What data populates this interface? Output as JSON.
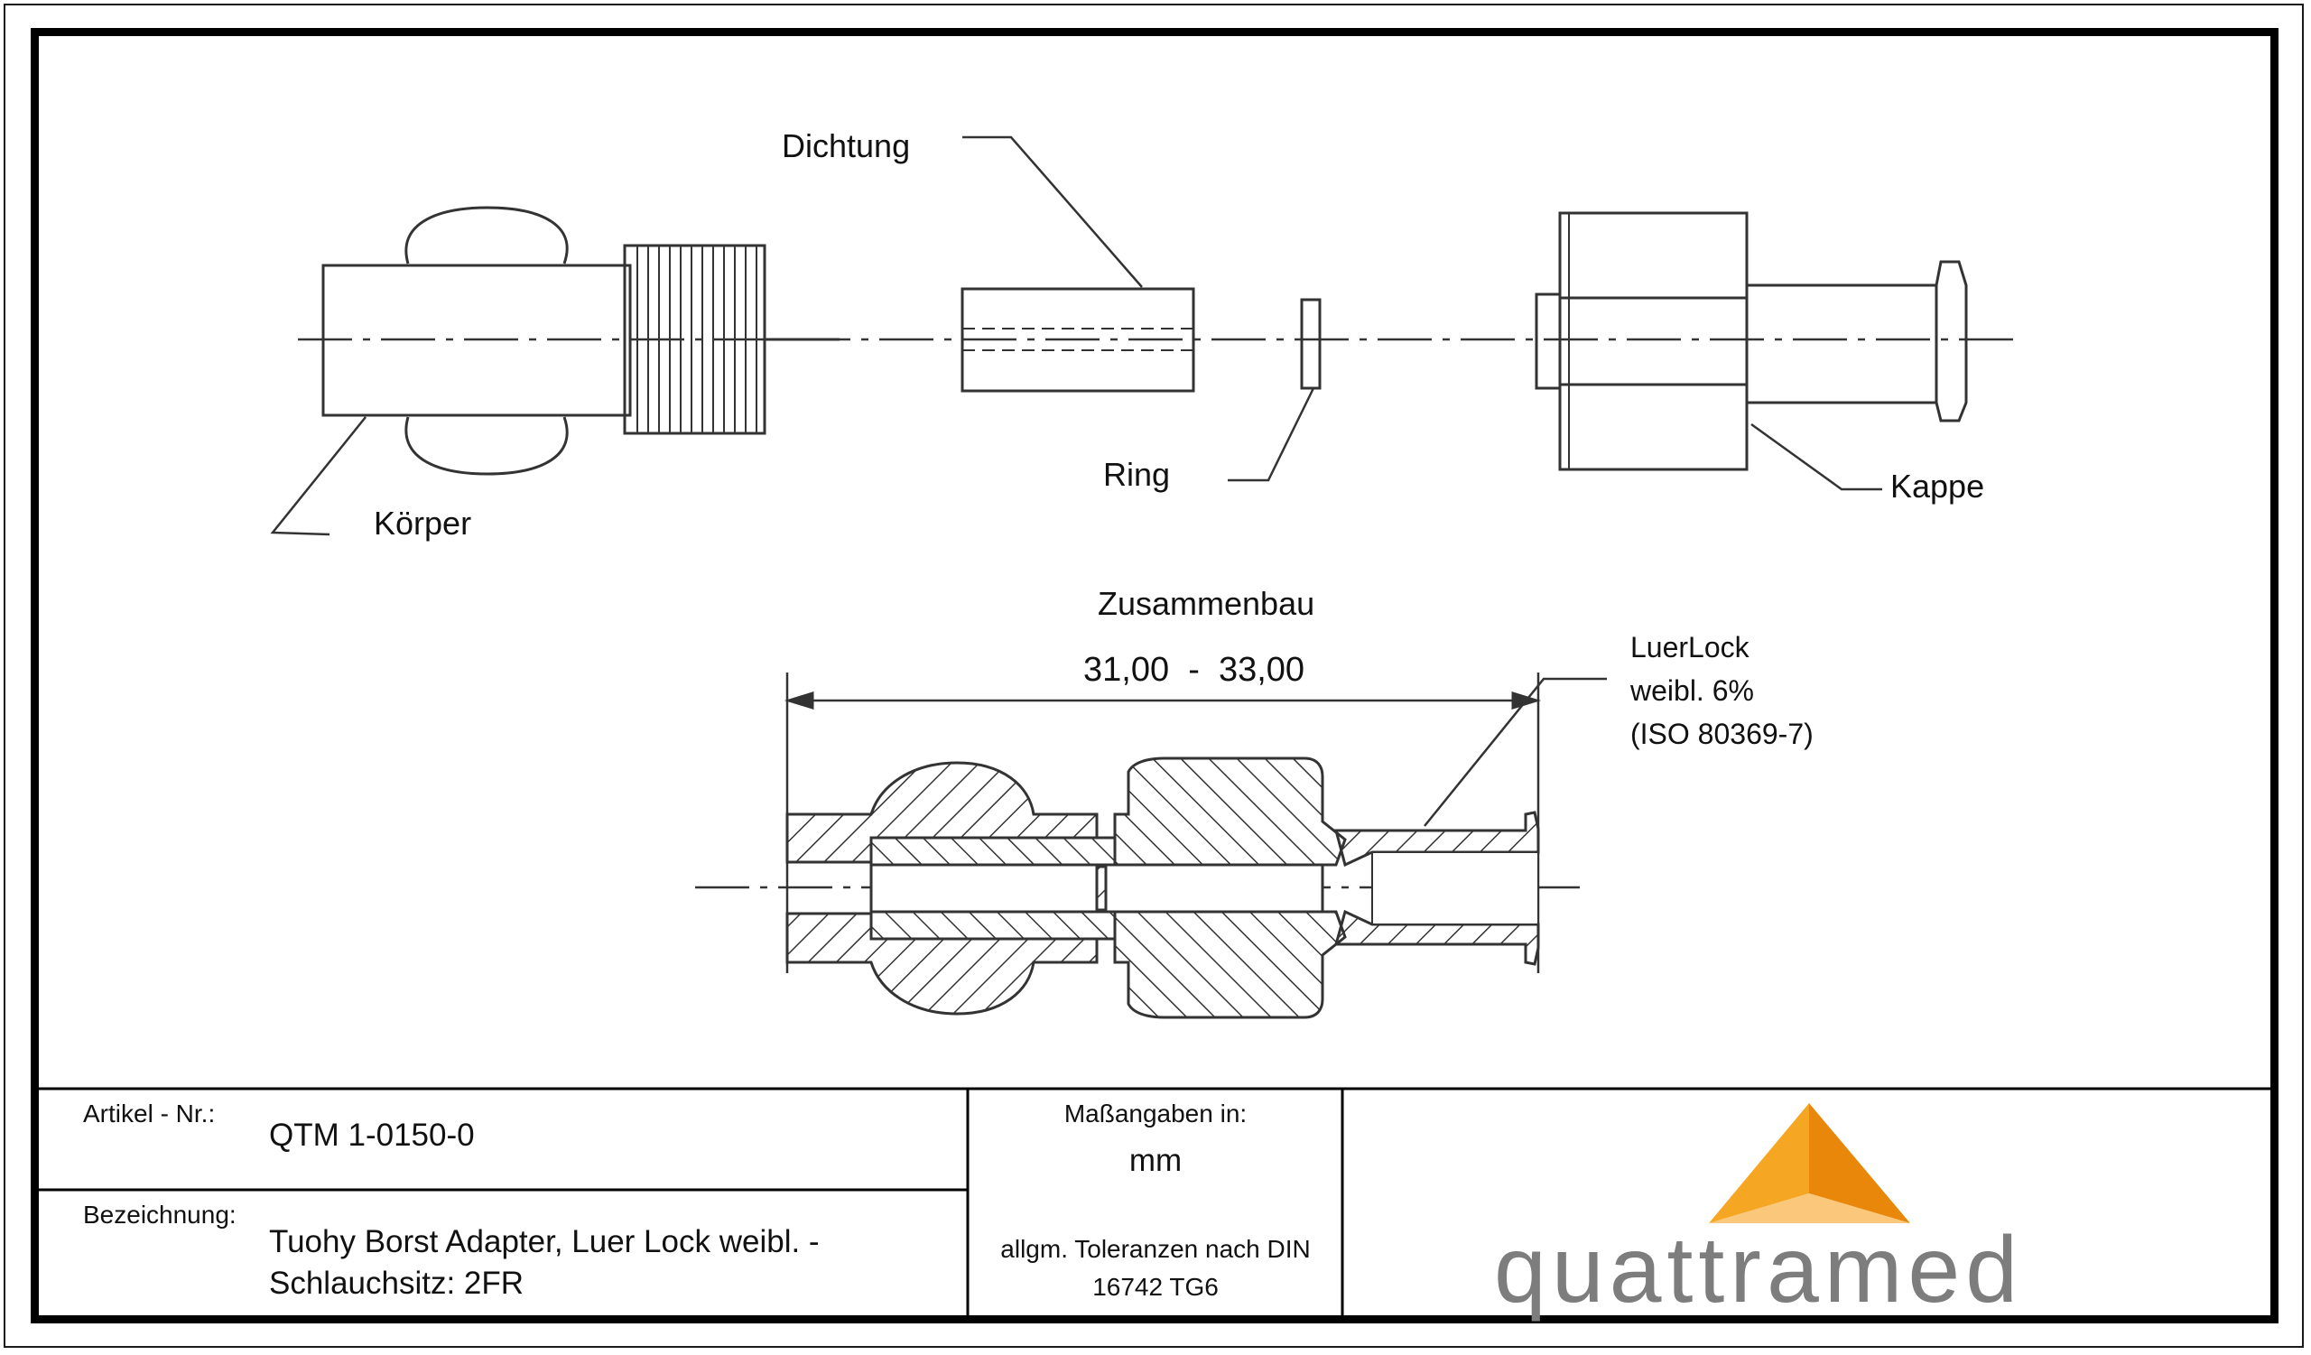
{
  "labels": {
    "dichtung": "Dichtung",
    "koerper": "Körper",
    "ring": "Ring",
    "kappe": "Kappe",
    "zusammenbau": "Zusammenbau",
    "dimension": "31,00  -  33,00",
    "luerlock_line1": "LuerLock",
    "luerlock_line2": "weibl. 6%",
    "luerlock_line3": "(ISO 80369-7)"
  },
  "title_block": {
    "artikel_label": "Artikel - Nr.:",
    "artikel_value": "QTM 1-0150-0",
    "bezeichnung_label": "Bezeichnung:",
    "bezeichnung_line1": "Tuohy Borst Adapter, Luer Lock weibl. -",
    "bezeichnung_line2": "Schlauchsitz: 2FR",
    "masse_label": "Maßangaben in:",
    "masse_value": "mm",
    "tol_line1": "allgm. Toleranzen nach DIN",
    "tol_line2": "16742 TG6"
  },
  "logo": {
    "word": "quattramed",
    "colors": {
      "left": "#f5a623",
      "right": "#e8870a",
      "front": "#fbc77a",
      "text": "#7d7d7d"
    }
  }
}
